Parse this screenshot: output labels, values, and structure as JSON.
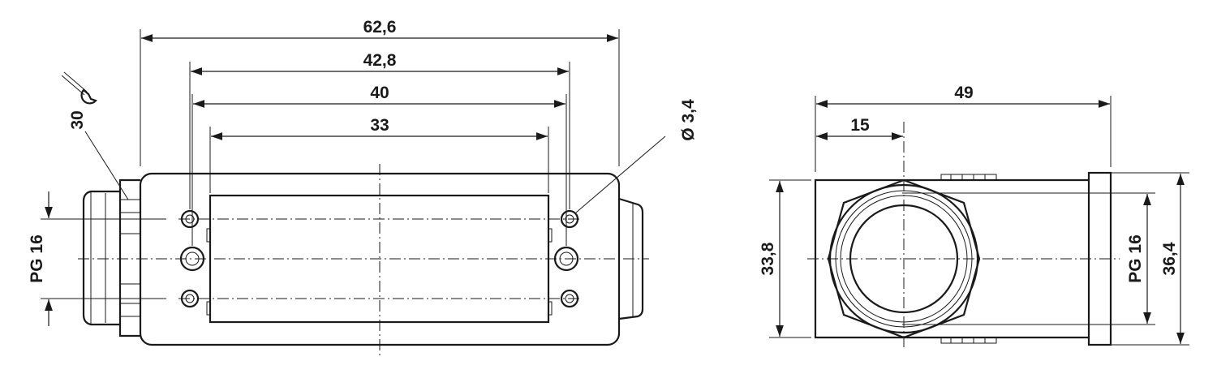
{
  "front_view": {
    "dimensions": {
      "overall_length": "62,6",
      "outer_hole_spacing": "42,8",
      "inner_hole_spacing": "40",
      "window_width": "33",
      "hole_diameter": "Ø 3,4",
      "wrench_size": "30",
      "gland_thread": "PG 16"
    },
    "icons": [
      "wrench-icon"
    ]
  },
  "side_view": {
    "dimensions": {
      "overall_length": "49",
      "gland_offset": "15",
      "body_height": "33,8",
      "gland_thread": "PG 16",
      "flange_height": "36,4"
    }
  },
  "colors": {
    "line": "#1a1a1a",
    "background": "#ffffff"
  }
}
